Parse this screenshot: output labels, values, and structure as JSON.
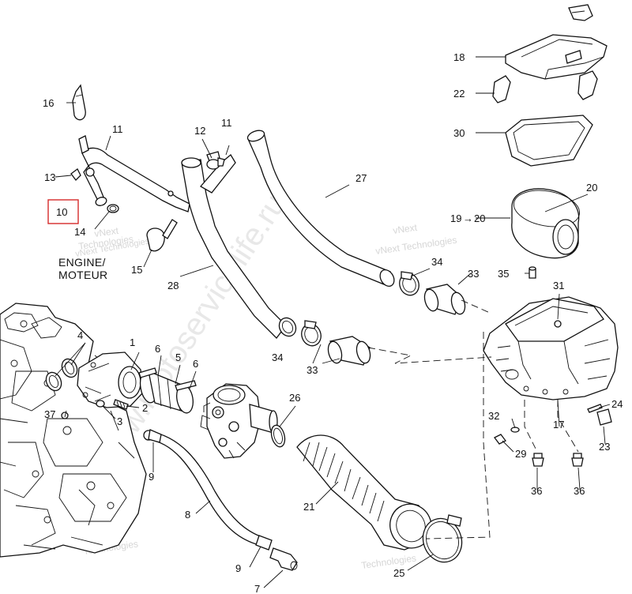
{
  "diagram": {
    "callouts": {
      "c1": "1",
      "c2": "2",
      "c3": "3",
      "c4": "4",
      "c5": "5",
      "c6a": "6",
      "c6b": "6",
      "c7": "7",
      "c8": "8",
      "c9a": "9",
      "c9b": "9",
      "c10": "10",
      "c11a": "11",
      "c11b": "11",
      "c12": "12",
      "c13": "13",
      "c14": "14",
      "c15": "15",
      "c16": "16",
      "c17": "17",
      "c18": "18",
      "c19": "19",
      "c20a": "20",
      "c20b": "20",
      "c21": "21",
      "c22": "22",
      "c23": "23",
      "c24": "24",
      "c25": "25",
      "c26": "26",
      "c27": "27",
      "c28": "28",
      "c29": "29",
      "c30": "30",
      "c31": "31",
      "c32": "32",
      "c33a": "33",
      "c33b": "33",
      "c34a": "34",
      "c34b": "34",
      "c35": "35",
      "c36a": "36",
      "c36b": "36",
      "c37": "37"
    },
    "engine_label_line1": "ENGINE/",
    "engine_label_line2": "MOTEUR",
    "highlight_color": "#d62b2b"
  },
  "watermarks": {
    "site": "www.motoservicelife.ru",
    "vendor_line1": "vNext",
    "vendor_line2": "Technologies",
    "vendor_inline": "vNext Technologies"
  }
}
